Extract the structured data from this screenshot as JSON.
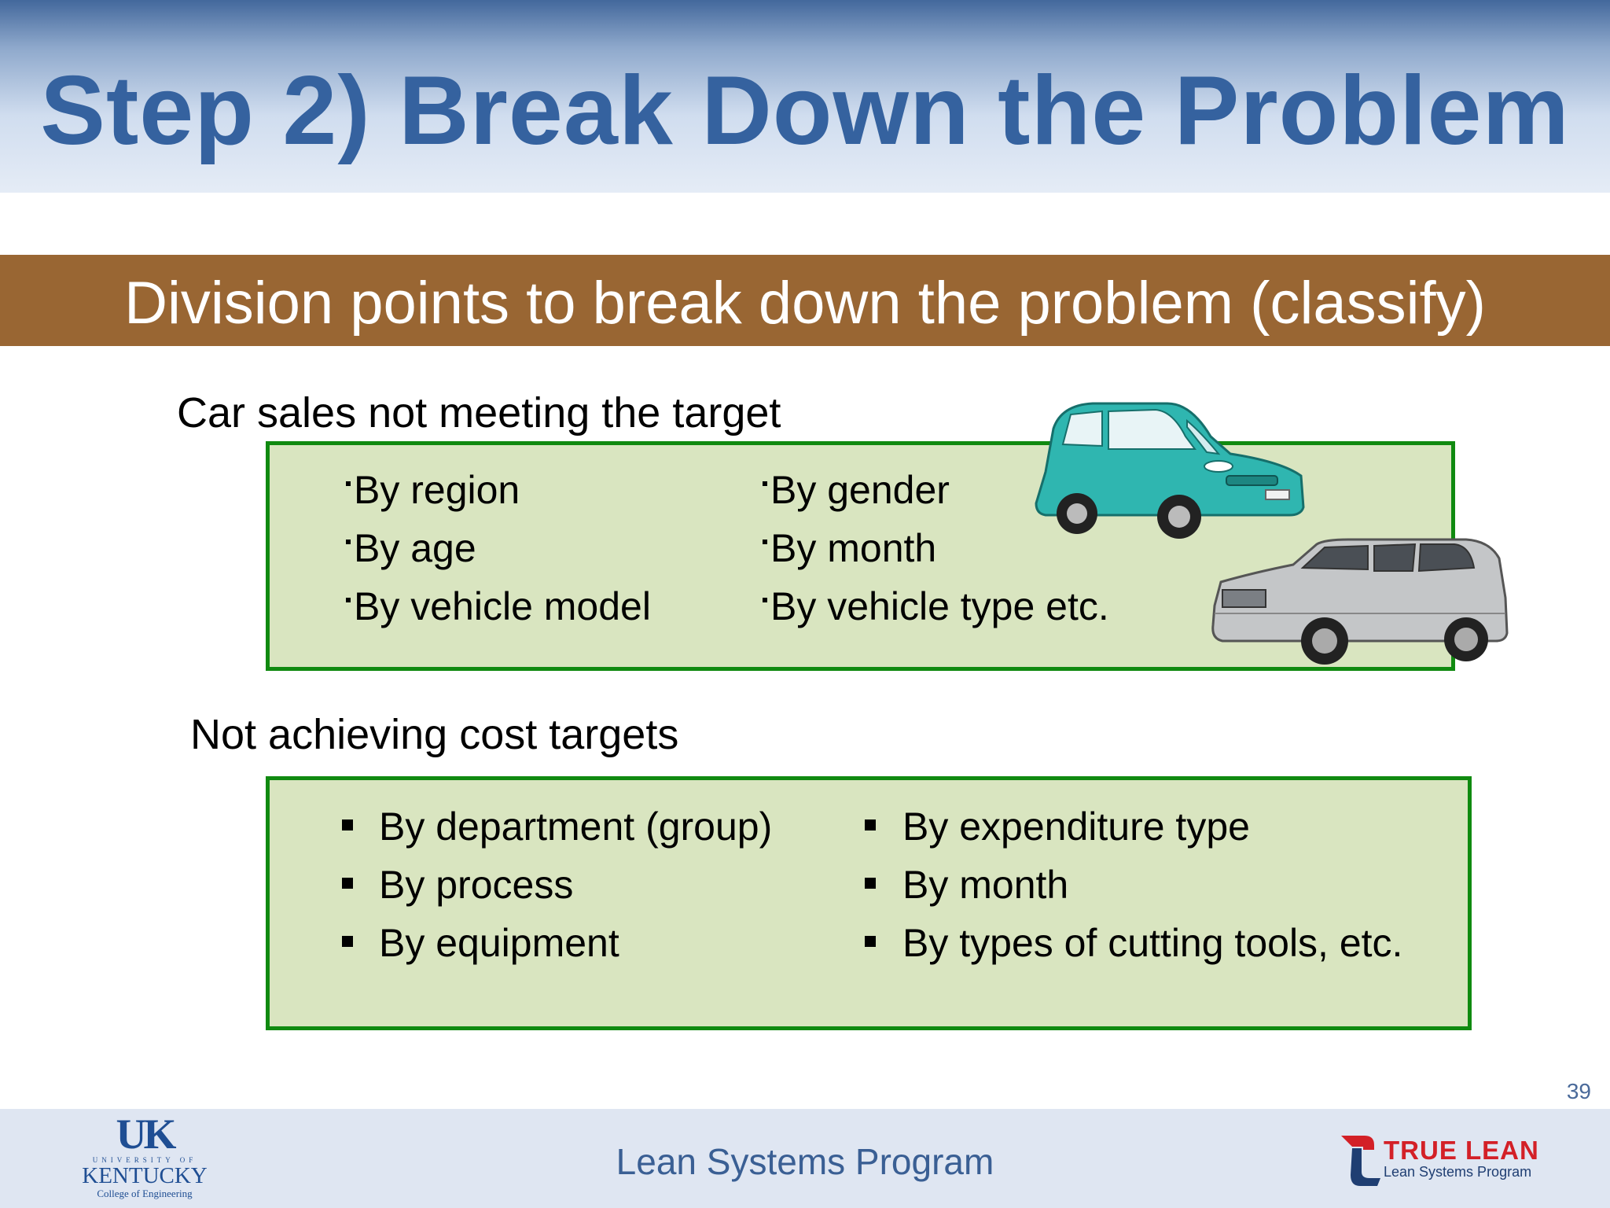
{
  "title": "Step 2) Break Down the Problem",
  "subtitle": "Division points to break down the problem (classify)",
  "section1": {
    "heading": "Car sales not meeting the target",
    "left_items": [
      "By region",
      "By age",
      "By vehicle model"
    ],
    "right_items": [
      "By gender",
      "By month",
      "By vehicle type  etc."
    ]
  },
  "section2": {
    "heading": "Not achieving cost targets",
    "left_items": [
      "By department (group)",
      "By process",
      "By equipment"
    ],
    "right_items": [
      "By expenditure type",
      "By month",
      "By types of cutting tools, etc."
    ]
  },
  "footer": {
    "program": "Lean Systems Program",
    "page_number": "39",
    "uk_logo": {
      "mark": "UK",
      "university_of": "UNIVERSITY OF",
      "name": "KENTUCKY",
      "college": "College of Engineering"
    },
    "true_lean_logo": {
      "name": "TRUE LEAN",
      "tagline": "Lean Systems Program"
    }
  },
  "colors": {
    "title": "#35629f",
    "band": "#996633",
    "box_fill": "#d9e5c0",
    "box_border": "#108a10",
    "minivan": "#2fb6b0",
    "suv": "#c4c6c8"
  },
  "icons": [
    "teal-minivan-image",
    "silver-suv-image"
  ]
}
